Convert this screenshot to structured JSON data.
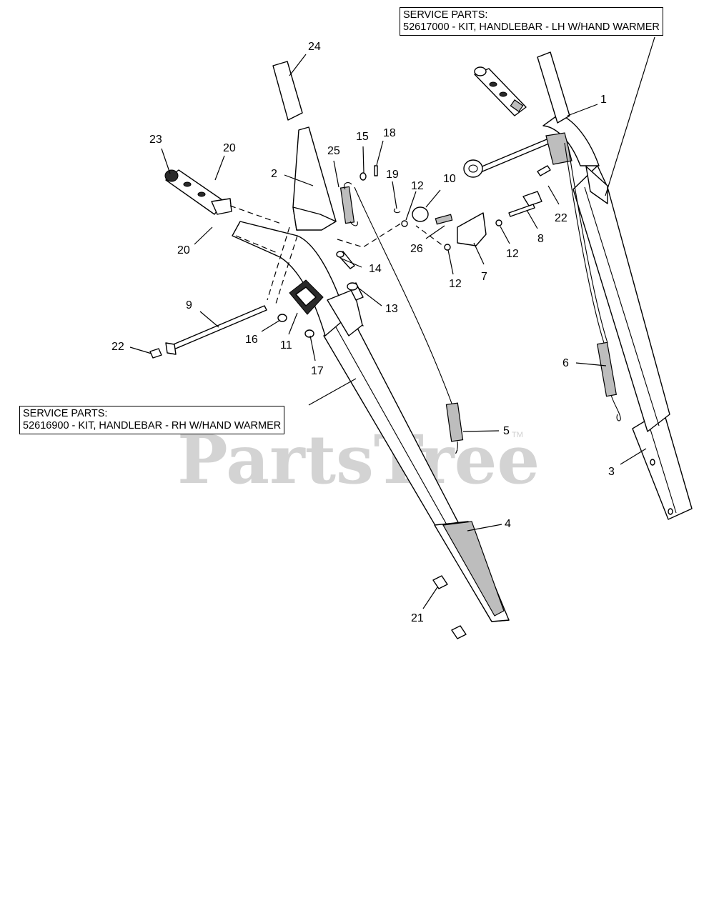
{
  "watermark": {
    "text": "PartsTree",
    "trademark": "TM"
  },
  "service_boxes": {
    "lh": {
      "heading": "SERVICE PARTS:",
      "line": "52617000 - KIT, HANDLEBAR - LH W/HAND WARMER"
    },
    "rh": {
      "heading": "SERVICE PARTS:",
      "line": "52616900 - KIT, HANDLEBAR - RH W/HAND WARMER"
    }
  },
  "callouts": [
    "24",
    "1",
    "23",
    "20",
    "2",
    "25",
    "15",
    "18",
    "19",
    "12",
    "10",
    "22",
    "8",
    "26",
    "12",
    "12",
    "7",
    "20",
    "14",
    "9",
    "13",
    "22",
    "16",
    "11",
    "17",
    "6",
    "5",
    "3",
    "4",
    "21"
  ]
}
